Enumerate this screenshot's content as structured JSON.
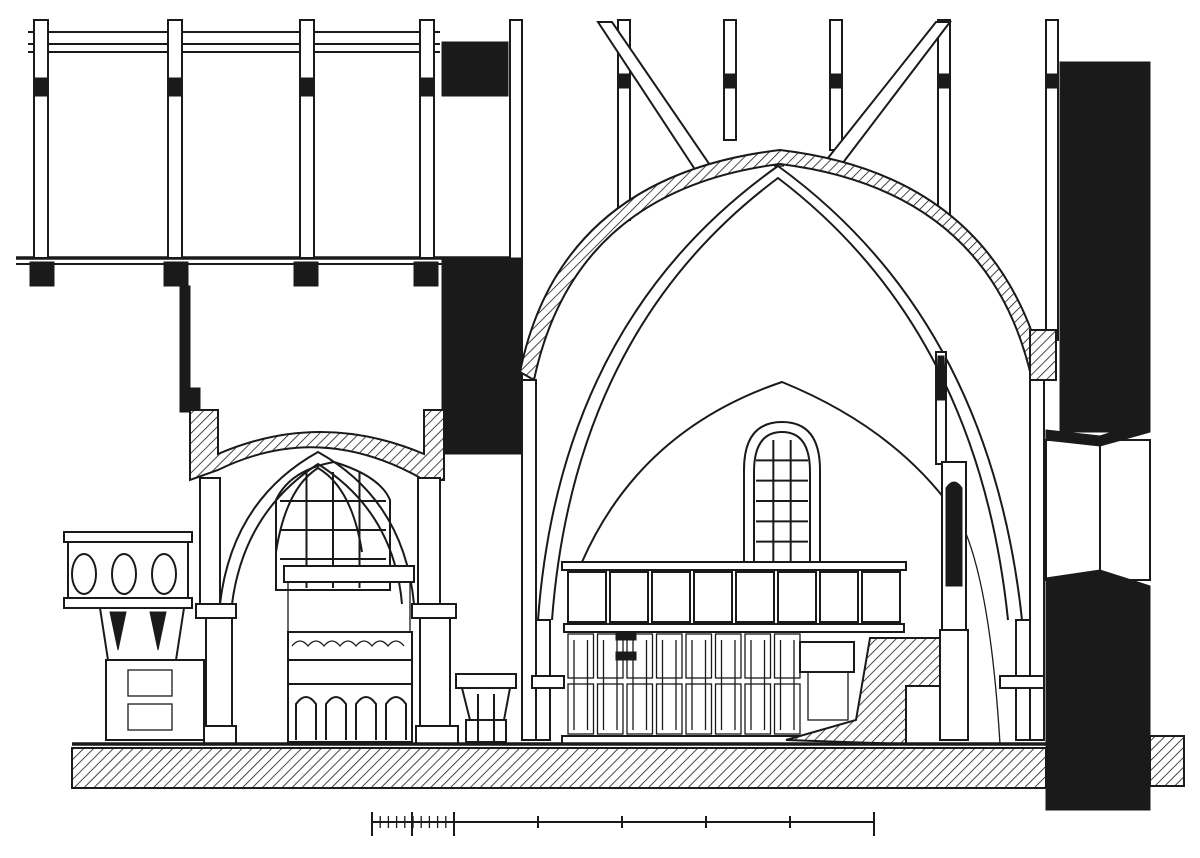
{
  "drawing": {
    "subject": "longitudinal-section-church-interior",
    "colors": {
      "ink": "#1a1a1a",
      "paper": "#ffffff"
    },
    "scale_bar": {
      "minor_subdivisions": 5,
      "major_divisions": 5
    },
    "window_grids": {
      "gothic_window": {
        "columns": 4,
        "rows": 4
      },
      "round_window": {
        "columns": 3,
        "rows": 6
      }
    },
    "stall_panels": {
      "upper_row": 8,
      "lower_row": 8
    }
  }
}
